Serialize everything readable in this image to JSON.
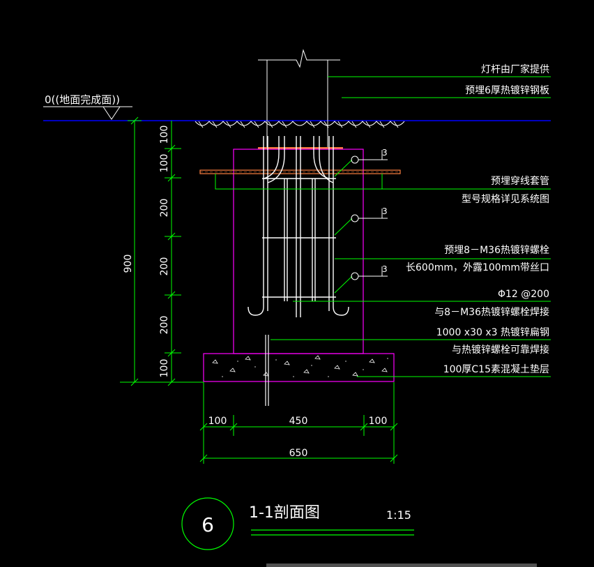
{
  "colors": {
    "background": "#000000",
    "line": "#ffffff",
    "leader": "#00ff00",
    "ground_line": "#0000ff",
    "foundation": "#ff00ff",
    "sleeve": "#ff8040"
  },
  "elevation": {
    "label": "0((地面完成面))"
  },
  "callouts": {
    "pole": "灯杆由厂家提供",
    "plate": "预埋6厚热镀锌钢板",
    "sleeve_1": "预埋穿线套管",
    "sleeve_2": "型号规格详见系统图",
    "bolt_1": "预埋8－M36热镀锌螺栓",
    "bolt_2": "长600mm，外露100mm带丝口",
    "stirrup": "Φ12 @200",
    "weld": "与8－M36热镀锌螺栓焊接",
    "flat_1": "1000 x30 x3 热镀锌扁钢",
    "flat_2": "与热镀锌螺栓可靠焊接",
    "bedding": "100厚C15素混凝土垫层"
  },
  "markers": {
    "m1": "3",
    "m2": "3",
    "m3": "3"
  },
  "dims_vertical": {
    "total": "900",
    "seg1": "100",
    "seg2": "100",
    "seg3": "200",
    "seg4": "200",
    "seg5": "200",
    "seg6": "100"
  },
  "dims_horizontal": {
    "left": "100",
    "middle": "450",
    "right": "100",
    "total": "650"
  },
  "title": {
    "number": "6",
    "name": "1-1剖面图",
    "scale": "1:15"
  }
}
